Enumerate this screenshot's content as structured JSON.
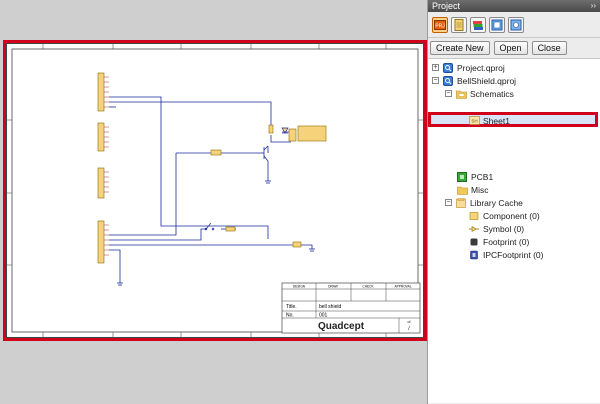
{
  "panel": {
    "title": "Project",
    "collapse_glyph": "››",
    "toolbar_icons": [
      "project-icon",
      "document-icon",
      "layers-icon",
      "library-icon",
      "settings-icon"
    ],
    "buttons": {
      "create_new": "Create New",
      "open": "Open",
      "close": "Close"
    }
  },
  "tree": {
    "project_qproj": "Project.qproj",
    "bellshield_qproj": "BellShield.qproj",
    "schematics": "Schematics",
    "sheet1": "Sheet1",
    "pcb1": "PCB1",
    "misc": "Misc",
    "library_cache": "Library Cache",
    "component": "Component (0)",
    "symbol": "Symbol (0)",
    "footprint": "Footprint (0)",
    "ipcfootprint": "IPCFootprint (0)"
  },
  "title_block": {
    "headers": [
      "DESIGN",
      "DRAW",
      "CHECK",
      "APPROVAL"
    ],
    "title_label": "Title.",
    "title_value": "bell shield",
    "no_label": "No.",
    "no_value": "001",
    "brand": "Quadcept",
    "sheet_of_label": "of",
    "sheet_of_value": "/"
  },
  "colors": {
    "accent": "#d0021b",
    "wire": "#1a2a9e",
    "component_fill": "#f6d27a"
  }
}
